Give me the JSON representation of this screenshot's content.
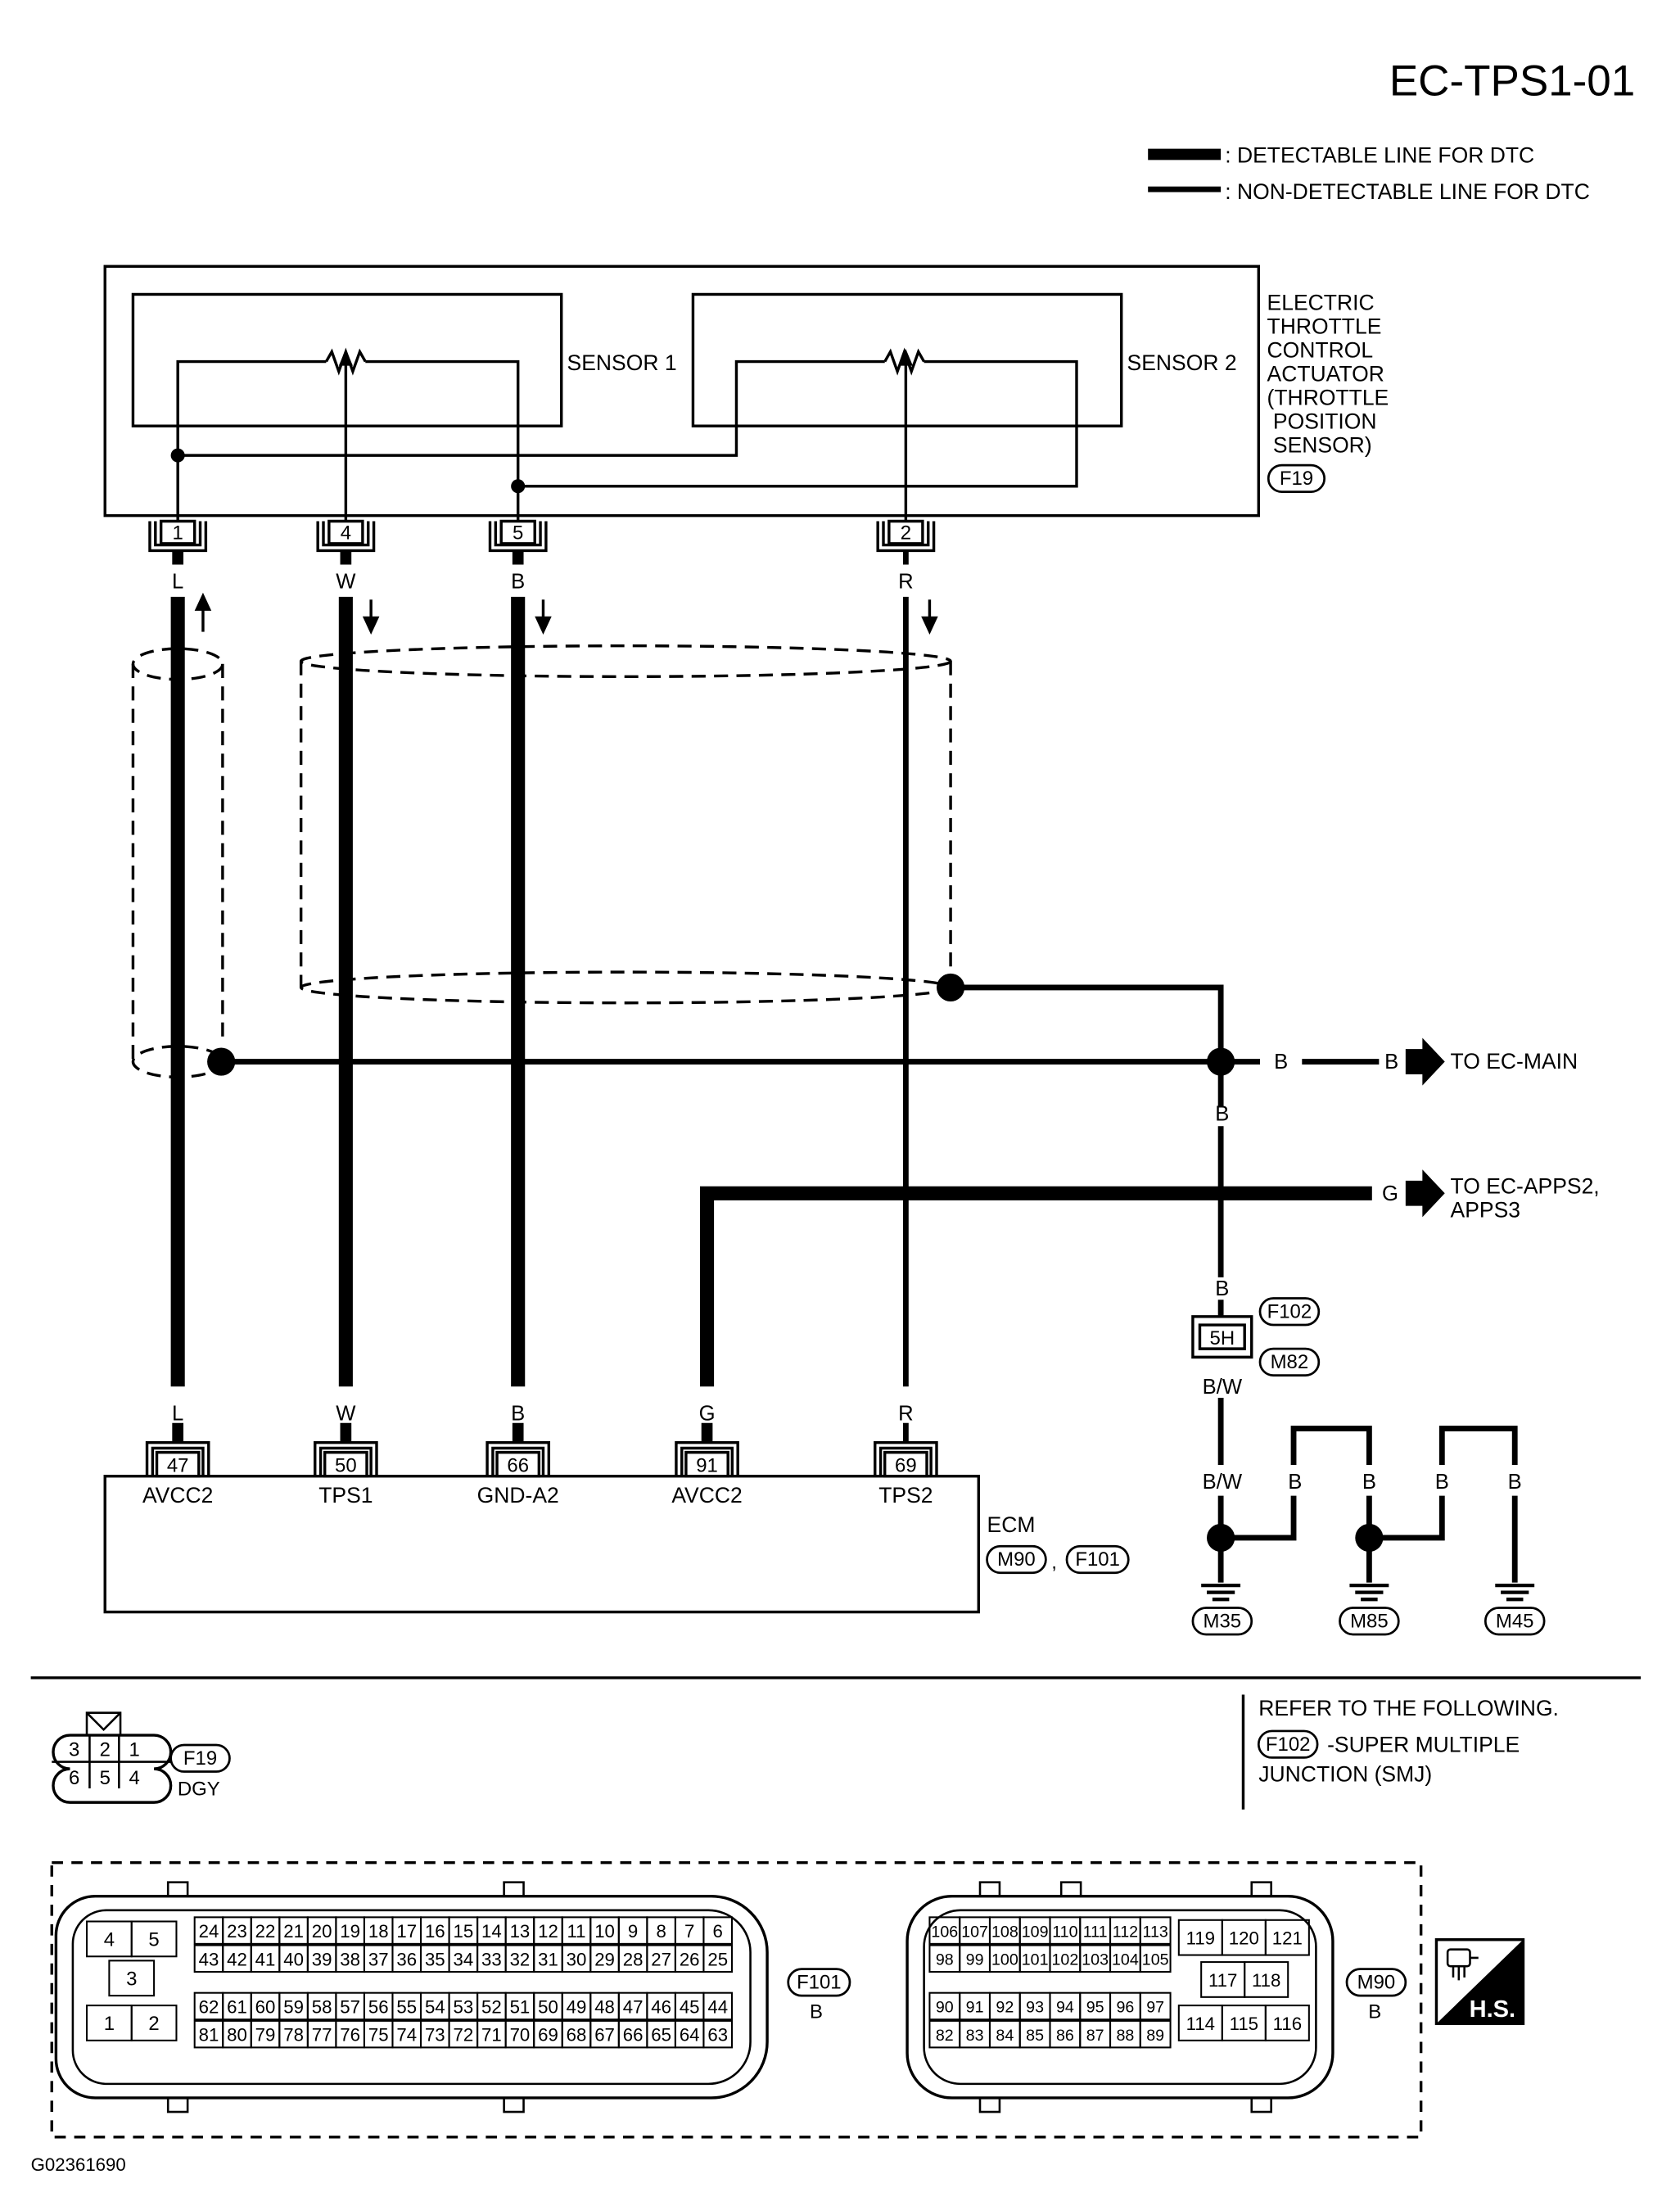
{
  "page": {
    "code": "EC-TPS1-01",
    "footer_id": "G02361690"
  },
  "legend": {
    "detectable": ": DETECTABLE LINE FOR DTC",
    "non_detectable": ": NON-DETECTABLE LINE FOR DTC"
  },
  "actuator": {
    "lines": [
      "ELECTRIC",
      "THROTTLE",
      "CONTROL",
      "ACTUATOR",
      "(THROTTLE",
      " POSITION",
      " SENSOR)"
    ],
    "connector": "F19",
    "sensor1": "SENSOR 1",
    "sensor2": "SENSOR 2",
    "pins": [
      "1",
      "4",
      "5",
      "2"
    ]
  },
  "wire_colors": {
    "l": "L",
    "w": "W",
    "b": "B",
    "r": "R",
    "g": "G",
    "bw": "B/W"
  },
  "ecm": {
    "label": "ECM",
    "connectors": [
      "M90",
      "F101"
    ],
    "comma": ",",
    "pins": [
      "47",
      "50",
      "66",
      "91",
      "69"
    ],
    "terminals": [
      "AVCC2",
      "TPS1",
      "GND-A2",
      "AVCC2",
      "TPS2"
    ]
  },
  "offpage": {
    "ec_main": "TO EC-MAIN",
    "apps_line1": "TO EC-APPS2,",
    "apps_line2": "APPS3"
  },
  "junction": {
    "pin": "5H",
    "upper": "F102",
    "lower": "M82"
  },
  "grounds": [
    "M35",
    "M85",
    "M45"
  ],
  "refer": {
    "title": "REFER TO THE FOLLOWING.",
    "connector": "F102",
    "line1": "-SUPER MULTIPLE",
    "line2": "JUNCTION (SMJ)"
  },
  "f19_face": {
    "top": [
      "3",
      "2",
      "1"
    ],
    "bottom": [
      "6",
      "5",
      "4"
    ],
    "label": "F19",
    "color": "DGY"
  },
  "f101_face": {
    "label": "F101",
    "color": "B",
    "left": [
      "4",
      "5",
      "3",
      "1",
      "2"
    ],
    "row1": [
      "24",
      "23",
      "22",
      "21",
      "20",
      "19",
      "18",
      "17",
      "16",
      "15",
      "14",
      "13",
      "12",
      "11",
      "10",
      "9",
      "8",
      "7",
      "6"
    ],
    "row2": [
      "43",
      "42",
      "41",
      "40",
      "39",
      "38",
      "37",
      "36",
      "35",
      "34",
      "33",
      "32",
      "31",
      "30",
      "29",
      "28",
      "27",
      "26",
      "25"
    ],
    "row3": [
      "62",
      "61",
      "60",
      "59",
      "58",
      "57",
      "56",
      "55",
      "54",
      "53",
      "52",
      "51",
      "50",
      "49",
      "48",
      "47",
      "46",
      "45",
      "44"
    ],
    "row4": [
      "81",
      "80",
      "79",
      "78",
      "77",
      "76",
      "75",
      "74",
      "73",
      "72",
      "71",
      "70",
      "69",
      "68",
      "67",
      "66",
      "65",
      "64",
      "63"
    ]
  },
  "m90_face": {
    "label": "M90",
    "color": "B",
    "row1": [
      "106",
      "107",
      "108",
      "109",
      "110",
      "111",
      "112",
      "113"
    ],
    "row2": [
      "98",
      "99",
      "100",
      "101",
      "102",
      "103",
      "104",
      "105"
    ],
    "row3": [
      "90",
      "91",
      "92",
      "93",
      "94",
      "95",
      "96",
      "97"
    ],
    "row4": [
      "82",
      "83",
      "84",
      "85",
      "86",
      "87",
      "88",
      "89"
    ],
    "right_top": [
      "119",
      "120",
      "121"
    ],
    "right_mid": [
      "117",
      "118"
    ],
    "right_bot": [
      "114",
      "115",
      "116"
    ]
  },
  "hs_badge": "H.S."
}
